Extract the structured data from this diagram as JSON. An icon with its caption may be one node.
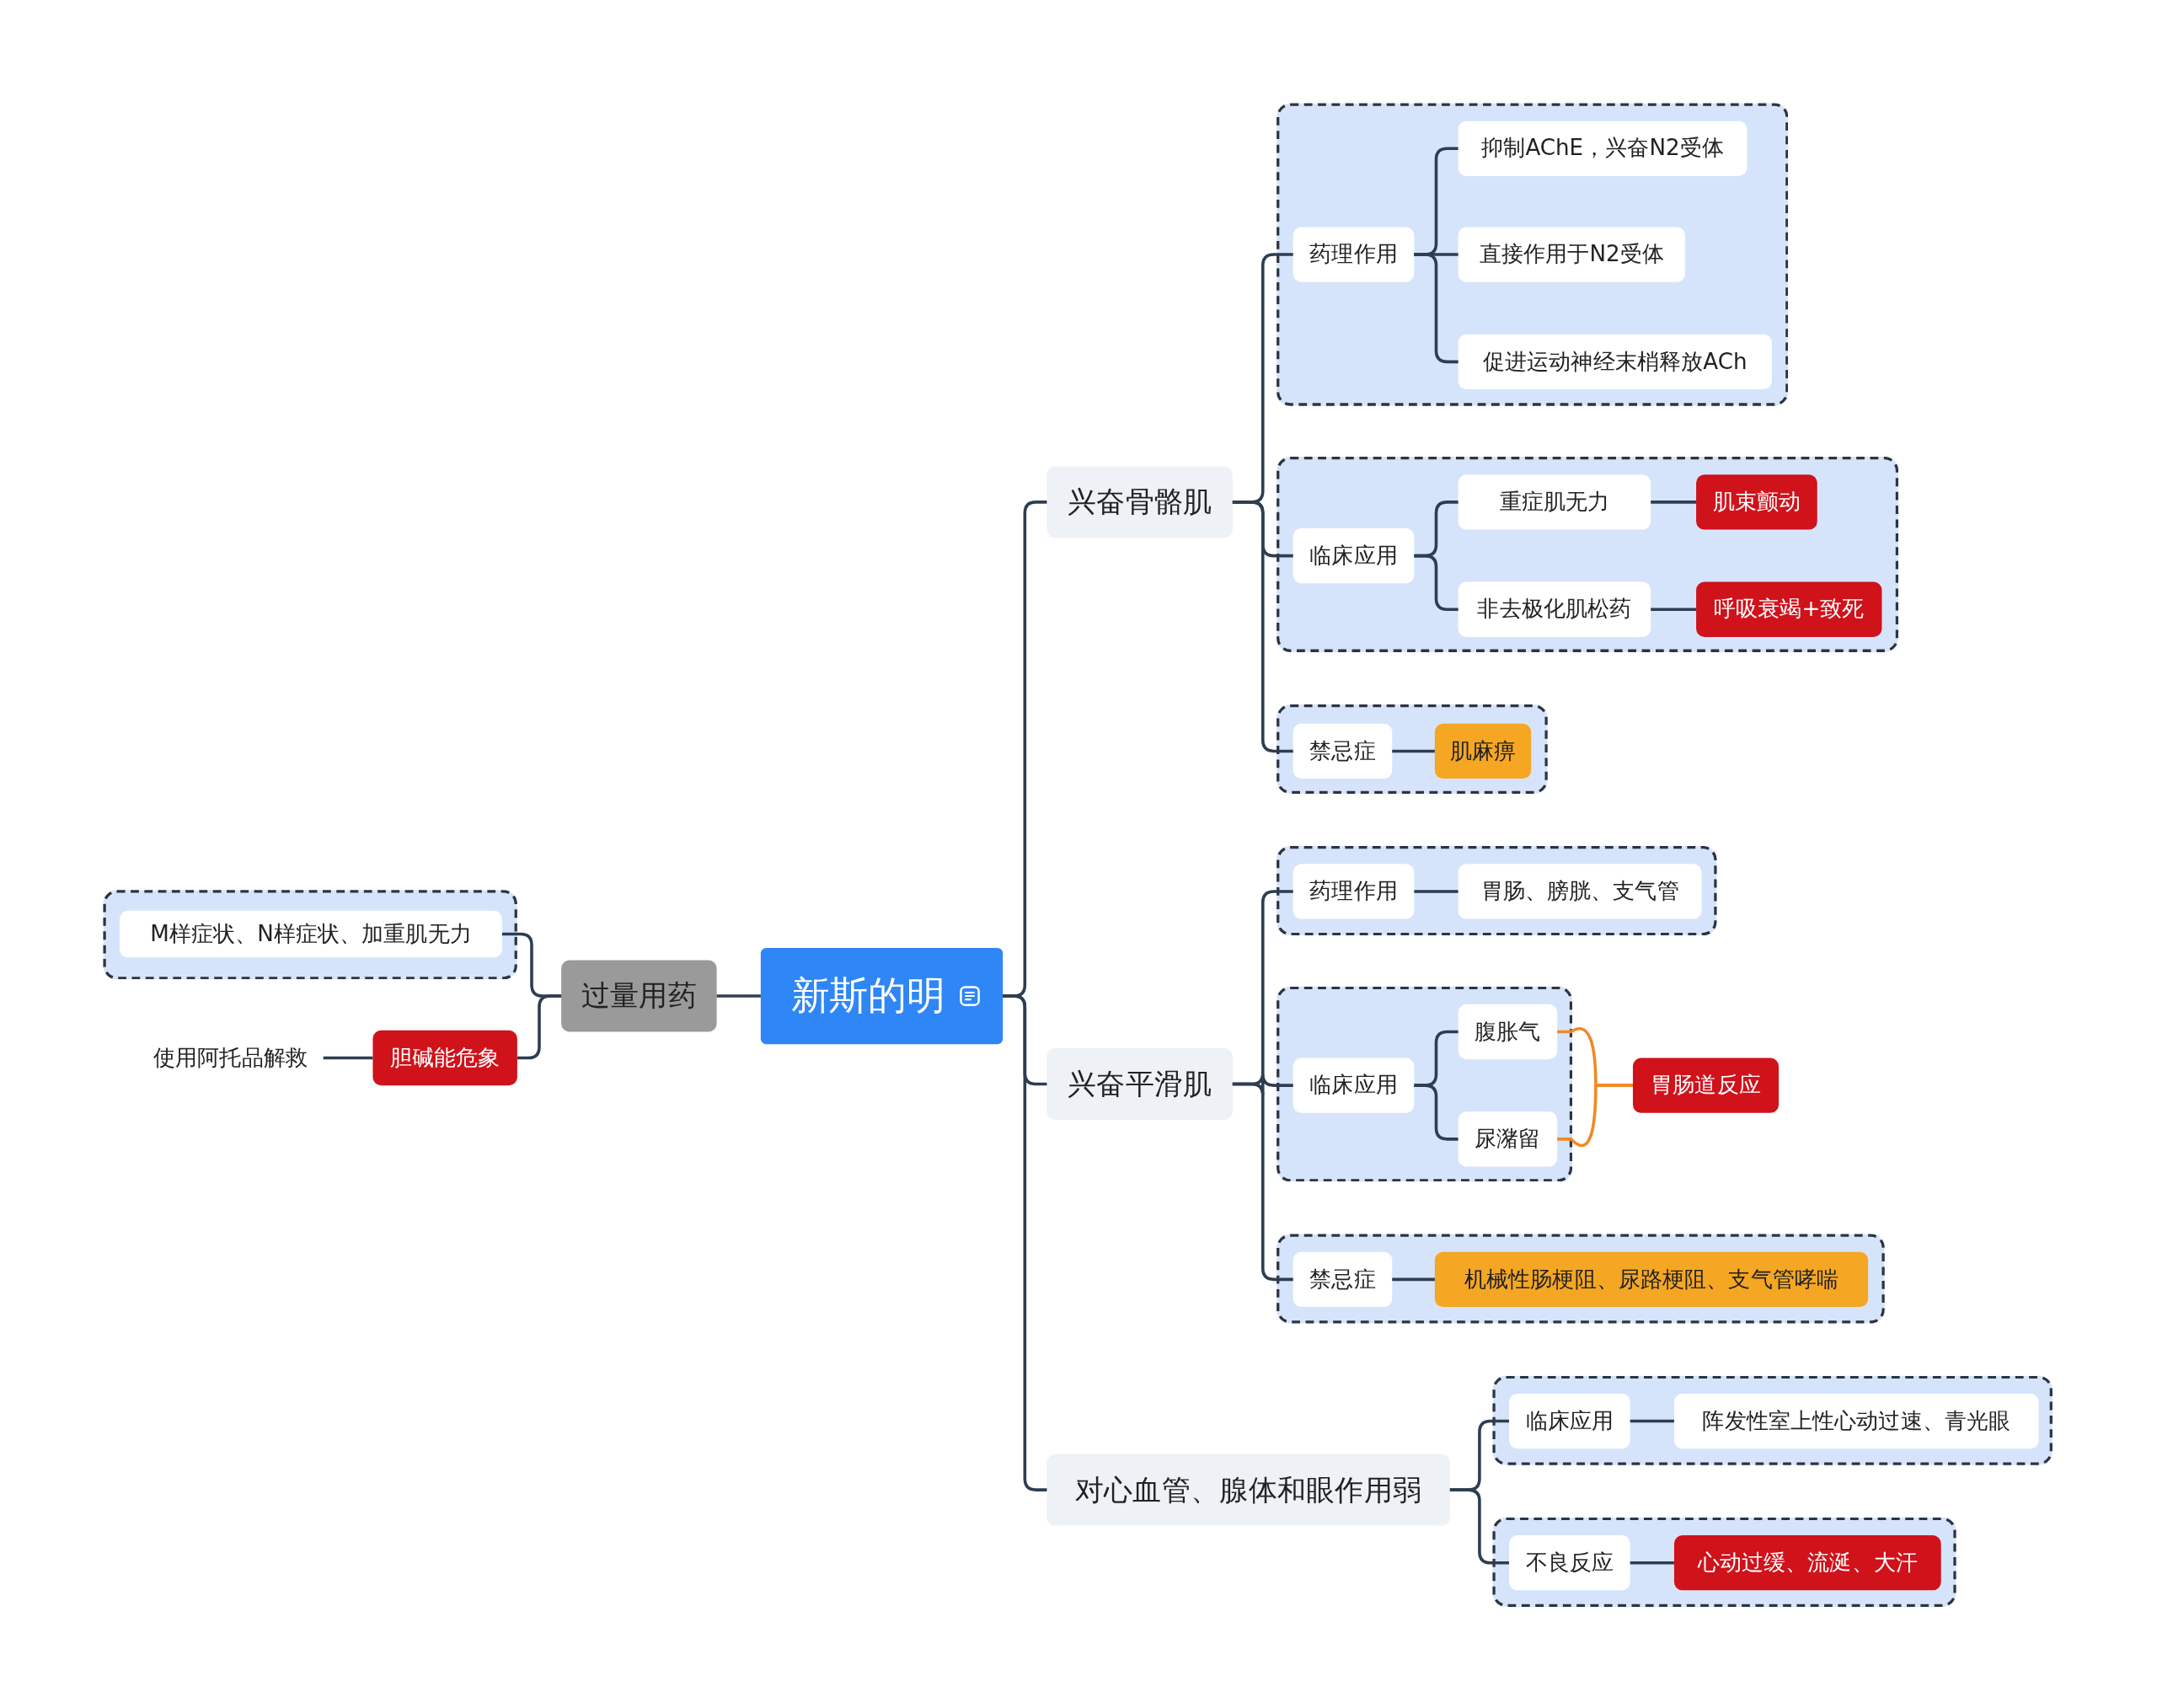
{
  "diagram": {
    "nodes": [
      {
        "text": [
          "新斯的明"
        ]
      },
      {
        "text": [
          "过量用药"
        ]
      },
      {
        "text": [],
        "shape": "box"
      },
      {
        "text": [
          "M样症状、N样症状、加重肌无力"
        ],
        "in": 2
      },
      {
        "text": [
          "胆碱能危象"
        ]
      },
      {
        "text": [
          "使用阿托品解救"
        ]
      },
      {
        "text": [
          "兴奋骨骼肌"
        ]
      },
      {
        "text": [],
        "shape": "box"
      },
      {
        "text": [
          "药理作用"
        ],
        "in": 7
      },
      {
        "text": [
          "抑制AChE，兴奋N2受体"
        ],
        "in": 7
      },
      {
        "text": [
          "直接作用于N2受体"
        ],
        "in": 7
      },
      {
        "text": [
          "促进运动神经末梢释放ACh"
        ],
        "in": 7
      },
      {
        "text": [],
        "shape": "box"
      },
      {
        "text": [
          "临床应用"
        ],
        "in": 12
      },
      {
        "text": [
          "重症肌无力"
        ],
        "in": 12
      },
      {
        "text": [
          "肌束颤动"
        ],
        "in": 12
      },
      {
        "text": [
          "非去极化肌松药"
        ],
        "in": 12
      },
      {
        "text": [
          "呼吸衰竭+致死"
        ],
        "in": 12
      },
      {
        "text": [],
        "shape": "box"
      },
      {
        "text": [
          "禁忌症"
        ],
        "in": 18
      },
      {
        "text": [
          "肌麻痹"
        ],
        "in": 18
      },
      {
        "text": [
          "兴奋平滑肌"
        ]
      },
      {
        "text": [],
        "shape": "box"
      },
      {
        "text": [
          "药理作用"
        ],
        "in": 22
      },
      {
        "text": [
          "胃肠、膀胱、支气管"
        ],
        "in": 22
      },
      {
        "text": [],
        "shape": "box"
      },
      {
        "text": [
          "临床应用"
        ],
        "in": 25
      },
      {
        "text": [
          "腹胀气"
        ],
        "in": 25
      },
      {
        "text": [
          "尿潴留"
        ],
        "in": 25
      },
      {
        "text": [
          "胃肠道反应"
        ]
      },
      {
        "text": [],
        "shape": "box"
      },
      {
        "text": [
          "禁忌症"
        ],
        "in": 30
      },
      {
        "text": [
          "机械性肠梗阻、尿路梗阻、支气管哮喘"
        ],
        "in": 30
      },
      {
        "text": [
          "对心血管、腺体和眼作用弱"
        ]
      },
      {
        "text": [],
        "shape": "box"
      },
      {
        "text": [
          "临床应用"
        ],
        "in": 34
      },
      {
        "text": [
          "阵发性室上性心动过速、青光眼"
        ],
        "in": 34
      },
      {
        "text": [],
        "shape": "box"
      },
      {
        "text": [
          "不良反应"
        ],
        "in": 37
      },
      {
        "text": [
          "心动过缓、流涎、大汗"
        ],
        "in": 37
      }
    ],
    "edges": [
      {
        "from": 0,
        "to": 1,
        "arrow": "none"
      },
      {
        "from": 1,
        "to": 3,
        "arrow": "none"
      },
      {
        "from": 1,
        "to": 4,
        "arrow": "none"
      },
      {
        "from": 4,
        "to": 5,
        "arrow": "none"
      },
      {
        "from": 0,
        "to": 6,
        "arrow": "none"
      },
      {
        "from": 0,
        "to": 21,
        "arrow": "none"
      },
      {
        "from": 0,
        "to": 33,
        "arrow": "none"
      },
      {
        "from": 6,
        "to": 8,
        "arrow": "none"
      },
      {
        "from": 6,
        "to": 13,
        "arrow": "none"
      },
      {
        "from": 6,
        "to": 19,
        "arrow": "none"
      },
      {
        "from": 8,
        "to": 9,
        "arrow": "none"
      },
      {
        "from": 8,
        "to": 10,
        "arrow": "none"
      },
      {
        "from": 8,
        "to": 11,
        "arrow": "none"
      },
      {
        "from": 13,
        "to": 14,
        "arrow": "none"
      },
      {
        "from": 13,
        "to": 16,
        "arrow": "none"
      },
      {
        "from": 14,
        "to": 15,
        "arrow": "none"
      },
      {
        "from": 16,
        "to": 17,
        "arrow": "none"
      },
      {
        "from": 19,
        "to": 20,
        "arrow": "none"
      },
      {
        "from": 21,
        "to": 23,
        "arrow": "none"
      },
      {
        "from": 21,
        "to": 26,
        "arrow": "none"
      },
      {
        "from": 21,
        "to": 31,
        "arrow": "none"
      },
      {
        "from": 23,
        "to": 24,
        "arrow": "none"
      },
      {
        "from": 26,
        "to": 27,
        "arrow": "none"
      },
      {
        "from": 26,
        "to": 28,
        "arrow": "none"
      },
      {
        "from": 31,
        "to": 32,
        "arrow": "none"
      },
      {
        "from": 27,
        "to": 29,
        "arrow": "none",
        "color": "#f08a24"
      },
      {
        "from": 28,
        "to": 29,
        "arrow": "none",
        "color": "#f08a24"
      },
      {
        "from": 33,
        "to": 35,
        "arrow": "none"
      },
      {
        "from": 33,
        "to": 38,
        "arrow": "none"
      },
      {
        "from": 35,
        "to": 36,
        "arrow": "none"
      },
      {
        "from": 38,
        "to": 39,
        "arrow": "none"
      }
    ]
  }
}
